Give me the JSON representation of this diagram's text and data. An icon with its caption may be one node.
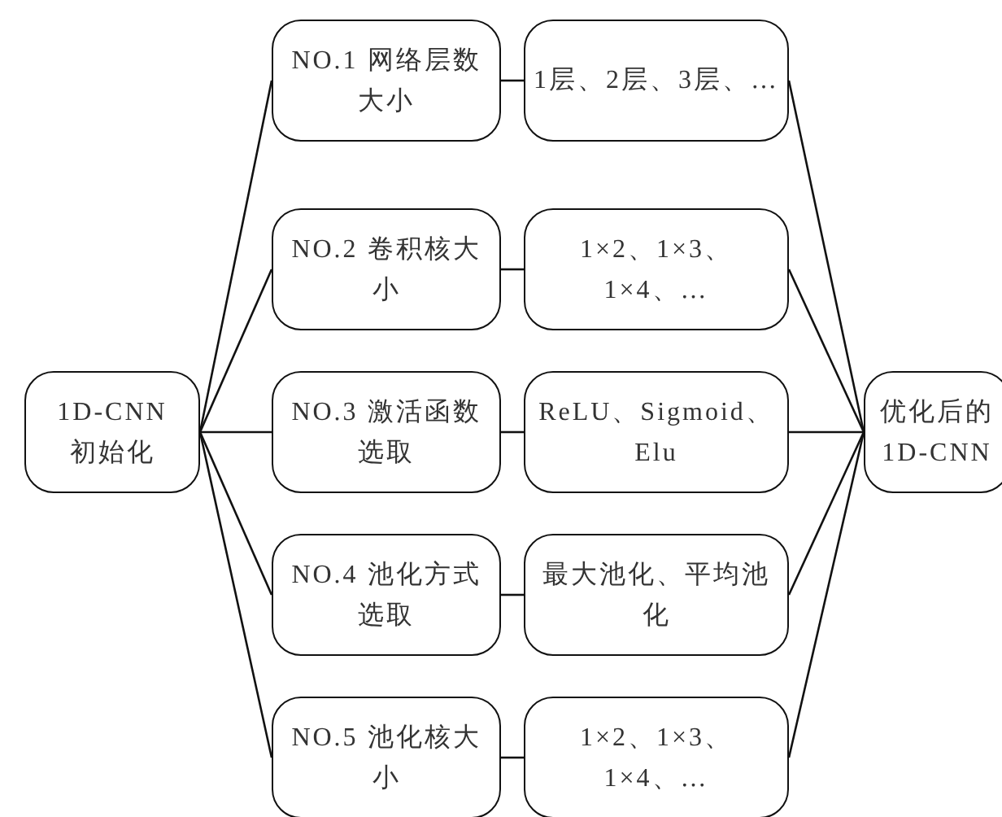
{
  "diagram": {
    "nodes": [
      {
        "text": [
          "1D-CNN初始化"
        ]
      },
      {
        "text": [
          "NO.1 网络层数大小"
        ]
      },
      {
        "text": [
          "1层、2层、3层、…"
        ]
      },
      {
        "text": [
          "NO.2 卷积核大小"
        ]
      },
      {
        "text": [
          "1×2、1×3、1×4、…"
        ]
      },
      {
        "text": [
          "NO.3 激活函数选取"
        ]
      },
      {
        "text": [
          "ReLU、Sigmoid、Elu"
        ]
      },
      {
        "text": [
          "NO.4 池化方式选取"
        ]
      },
      {
        "text": [
          "最大池化、平均池化"
        ]
      },
      {
        "text": [
          "NO.5 池化核大小"
        ]
      },
      {
        "text": [
          "1×2、1×3、1×4、…"
        ]
      },
      {
        "text": [
          "优化后的1D-CNN"
        ]
      }
    ],
    "edges": [
      {
        "from": 0,
        "to": 1,
        "arrow": "none"
      },
      {
        "from": 0,
        "to": 3,
        "arrow": "none"
      },
      {
        "from": 0,
        "to": 5,
        "arrow": "none"
      },
      {
        "from": 0,
        "to": 7,
        "arrow": "none"
      },
      {
        "from": 0,
        "to": 9,
        "arrow": "none"
      },
      {
        "from": 1,
        "to": 2,
        "arrow": "none"
      },
      {
        "from": 3,
        "to": 4,
        "arrow": "none"
      },
      {
        "from": 5,
        "to": 6,
        "arrow": "none"
      },
      {
        "from": 7,
        "to": 8,
        "arrow": "none"
      },
      {
        "from": 9,
        "to": 10,
        "arrow": "none"
      },
      {
        "from": 2,
        "to": 11,
        "arrow": "none"
      },
      {
        "from": 4,
        "to": 11,
        "arrow": "none"
      },
      {
        "from": 6,
        "to": 11,
        "arrow": "none"
      },
      {
        "from": 8,
        "to": 11,
        "arrow": "none"
      },
      {
        "from": 10,
        "to": 11,
        "arrow": "none"
      }
    ]
  }
}
